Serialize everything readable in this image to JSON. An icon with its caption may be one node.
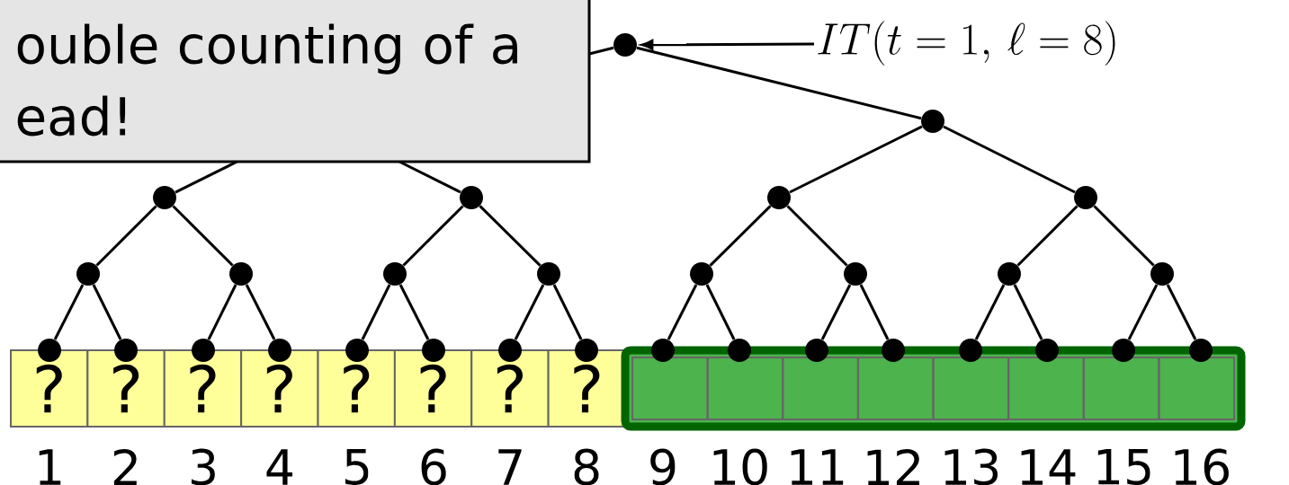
{
  "diagram": {
    "nodes": [
      {
        "text": [
          "ouble counting of a ead!"
        ]
      },
      {
        "text": [
          "IT(t = 1,\\, \\ell = 8)"
        ]
      },
      {
        "text": [],
        "shape": "circle"
      },
      {
        "text": [],
        "shape": "circle"
      },
      {
        "text": [],
        "shape": "circle"
      },
      {
        "text": [],
        "shape": "circle"
      },
      {
        "text": [],
        "shape": "circle"
      },
      {
        "text": [],
        "shape": "circle"
      },
      {
        "text": [],
        "shape": "circle"
      },
      {
        "text": [],
        "shape": "circle"
      },
      {
        "text": [],
        "shape": "circle"
      },
      {
        "text": [],
        "shape": "circle"
      },
      {
        "text": [],
        "shape": "circle"
      },
      {
        "text": [],
        "shape": "circle"
      },
      {
        "text": [],
        "shape": "circle"
      },
      {
        "text": [],
        "shape": "circle"
      },
      {
        "text": [],
        "shape": "circle"
      },
      {
        "text": [],
        "shape": "circle"
      },
      {
        "text": [],
        "shape": "circle"
      },
      {
        "text": [],
        "shape": "circle"
      },
      {
        "text": [],
        "shape": "circle"
      },
      {
        "text": [],
        "shape": "circle"
      },
      {
        "text": [],
        "shape": "circle"
      },
      {
        "text": [],
        "shape": "circle"
      },
      {
        "text": [],
        "shape": "circle"
      },
      {
        "text": [],
        "shape": "circle"
      },
      {
        "text": [],
        "shape": "circle"
      },
      {
        "text": [],
        "shape": "circle"
      },
      {
        "text": [],
        "shape": "circle"
      },
      {
        "text": [],
        "shape": "circle"
      },
      {
        "text": [],
        "shape": "circle"
      },
      {
        "text": [],
        "shape": "circle"
      },
      {
        "text": [
          "?"
        ]
      },
      {
        "text": [
          "?"
        ]
      },
      {
        "text": [
          "?"
        ]
      },
      {
        "text": [
          "?"
        ]
      },
      {
        "text": [
          "?"
        ]
      },
      {
        "text": [
          "?"
        ]
      },
      {
        "text": [
          "?"
        ]
      },
      {
        "text": [
          "?"
        ]
      },
      {
        "text": [],
        "shape": "box"
      },
      {
        "text": [],
        "shape": "box",
        "in": 40
      },
      {
        "text": [],
        "shape": "box",
        "in": 40
      },
      {
        "text": [],
        "shape": "box",
        "in": 40
      },
      {
        "text": [],
        "shape": "box",
        "in": 40
      },
      {
        "text": [],
        "shape": "box",
        "in": 40
      },
      {
        "text": [],
        "shape": "box",
        "in": 40
      },
      {
        "text": [],
        "shape": "box",
        "in": 40
      },
      {
        "text": [],
        "shape": "box",
        "in": 40
      }
    ],
    "edges": [
      {
        "from": 1,
        "to": 2,
        "arrow": "to"
      },
      {
        "from": 2,
        "to": 0,
        "arrow": "none"
      },
      {
        "from": 2,
        "to": 3,
        "arrow": "none"
      },
      {
        "from": 0,
        "to": 4,
        "arrow": "none"
      },
      {
        "from": 0,
        "to": 5,
        "arrow": "none"
      },
      {
        "from": 3,
        "to": 6,
        "arrow": "none"
      },
      {
        "from": 3,
        "to": 7,
        "arrow": "none"
      },
      {
        "from": 4,
        "to": 8,
        "arrow": "none"
      },
      {
        "from": 4,
        "to": 9,
        "arrow": "none"
      },
      {
        "from": 5,
        "to": 10,
        "arrow": "none"
      },
      {
        "from": 5,
        "to": 11,
        "arrow": "none"
      },
      {
        "from": 6,
        "to": 12,
        "arrow": "none"
      },
      {
        "from": 6,
        "to": 13,
        "arrow": "none"
      },
      {
        "from": 7,
        "to": 14,
        "arrow": "none"
      },
      {
        "from": 7,
        "to": 15,
        "arrow": "none"
      },
      {
        "from": 8,
        "to": 16,
        "arrow": "none"
      },
      {
        "from": 8,
        "to": 17,
        "arrow": "none"
      },
      {
        "from": 9,
        "to": 18,
        "arrow": "none"
      },
      {
        "from": 9,
        "to": 19,
        "arrow": "none"
      },
      {
        "from": 10,
        "to": 20,
        "arrow": "none"
      },
      {
        "from": 10,
        "to": 21,
        "arrow": "none"
      },
      {
        "from": 11,
        "to": 22,
        "arrow": "none"
      },
      {
        "from": 11,
        "to": 23,
        "arrow": "none"
      },
      {
        "from": 12,
        "to": 24,
        "arrow": "none"
      },
      {
        "from": 12,
        "to": 25,
        "arrow": "none"
      },
      {
        "from": 13,
        "to": 26,
        "arrow": "none"
      },
      {
        "from": 13,
        "to": 27,
        "arrow": "none"
      },
      {
        "from": 14,
        "to": 28,
        "arrow": "none"
      },
      {
        "from": 14,
        "to": 29,
        "arrow": "none"
      },
      {
        "from": 15,
        "to": 30,
        "arrow": "none"
      },
      {
        "from": 15,
        "to": 31,
        "arrow": "none"
      }
    ],
    "labels": [
      "1",
      "2",
      "3",
      "4",
      "5",
      "6",
      "7",
      "8",
      "9",
      "10",
      "11",
      "12",
      "13",
      "14",
      "15",
      "16"
    ]
  }
}
